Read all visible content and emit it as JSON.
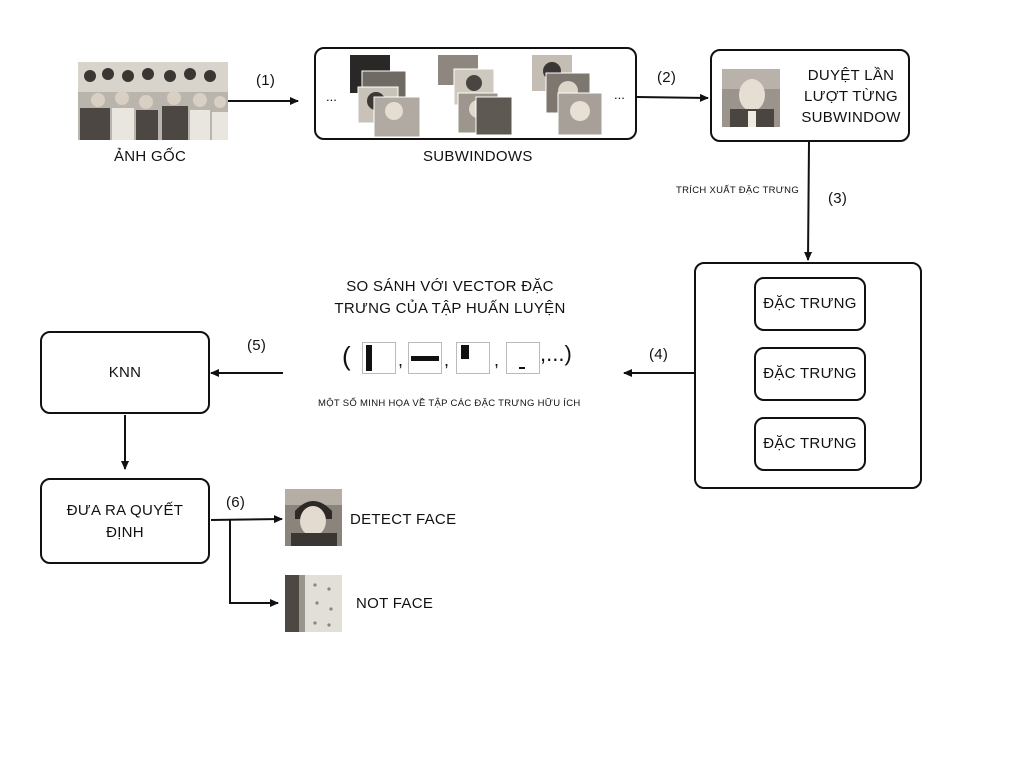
{
  "steps": [
    "(1)",
    "(2)",
    "(3)",
    "(4)",
    "(5)",
    "(6)"
  ],
  "original_image": {
    "caption": "ẢNH GỐC"
  },
  "subwindows": {
    "caption": "SUBWINDOWS",
    "ellipsis_left": "...",
    "ellipsis_right": "..."
  },
  "scan": {
    "line1": "DUYỆT LẦN",
    "line2": "LƯỢT TỪNG",
    "line3": "SUBWINDOW"
  },
  "extract_label": "TRÍCH XUẤT ĐẶC TRƯNG",
  "features": [
    "ĐẶC TRƯNG",
    "ĐẶC TRƯNG",
    "ĐẶC TRƯNG"
  ],
  "compare": {
    "line1": "SO SÁNH VỚI VECTOR ĐẶC",
    "line2": "TRƯNG CỦA TẬP HUẤN LUYỆN",
    "open_paren": "(",
    "close_paren": ",...)",
    "comma": ",",
    "caption": "MỘT SỐ MINH HỌA VỀ TẬP CÁC ĐẶC TRƯNG HỮU ÍCH"
  },
  "knn": "KNN",
  "decision": {
    "line1": "ĐƯA RA QUYẾT",
    "line2": "ĐỊNH"
  },
  "outcomes": {
    "face": "DETECT FACE",
    "not_face": "NOT FACE"
  }
}
